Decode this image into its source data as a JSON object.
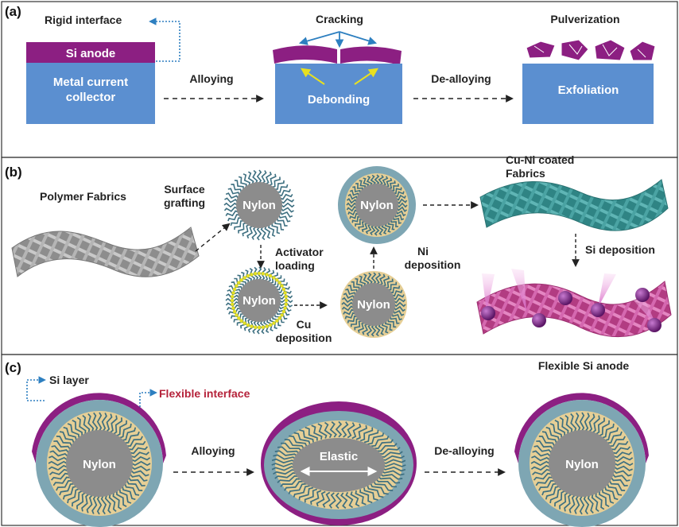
{
  "panels": {
    "a": "(a)",
    "b": "(b)",
    "c": "(c)"
  },
  "panel_a": {
    "rigid_interface": "Rigid interface",
    "si_anode": "Si anode",
    "collector_line1": "Metal current",
    "collector_line2": "collector",
    "alloying": "Alloying",
    "cracking": "Cracking",
    "debonding": "Debonding",
    "dealloying": "De-alloying",
    "pulverization": "Pulverization",
    "exfoliation": "Exfoliation"
  },
  "panel_b": {
    "polymer_fabrics": "Polymer Fabrics",
    "surface_grafting_line1": "Surface",
    "surface_grafting_line2": "grafting",
    "activator_loading_line1": "Activator",
    "activator_loading_line2": "loading",
    "cu_deposition_line1": "Cu",
    "cu_deposition_line2": "deposition",
    "ni_deposition_line1": "Ni",
    "ni_deposition_line2": "deposition",
    "cuni_line1": "Cu-Ni coated",
    "cuni_line2": "Fabrics",
    "si_deposition": "Si deposition",
    "flexible_si_anode": "Flexible Si anode",
    "nylon": "Nylon"
  },
  "panel_c": {
    "si_layer": "Si layer",
    "flexible_interface": "Flexible interface",
    "alloying": "Alloying",
    "dealloying": "De-alloying",
    "elastic": "Elastic",
    "nylon": "Nylon"
  },
  "colors": {
    "collector_blue": "#5b8fd0",
    "si_purple": "#8c1f82",
    "nylon_gray": "#8c8c8c",
    "metal_teal": "#7ea6b3",
    "tan": "#e6cf96",
    "cuni_teal": "#3f9a9a",
    "si_pink": "#cf4f98",
    "accent_red": "#b5223a"
  }
}
